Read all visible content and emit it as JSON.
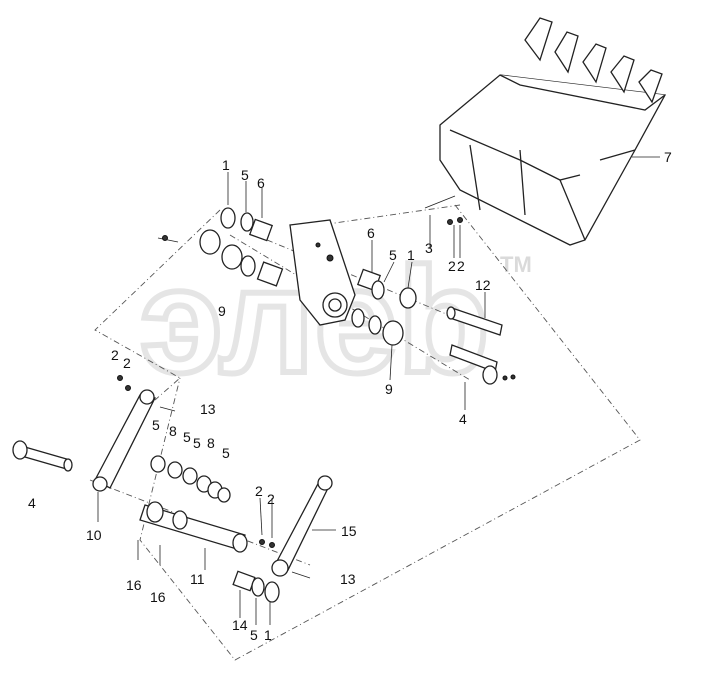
{
  "watermark": {
    "text": "элeb",
    "trademark": "TM",
    "color": "#dcdcdc"
  },
  "callouts": [
    "1",
    "5",
    "6",
    "6",
    "5",
    "1",
    "3",
    "2",
    "2",
    "12",
    "7",
    "9",
    "9",
    "2",
    "2",
    "13",
    "4",
    "5",
    "8",
    "5",
    "5",
    "8",
    "5",
    "10",
    "4",
    "2",
    "2",
    "15",
    "16",
    "16",
    "11",
    "13",
    "14",
    "5",
    "1"
  ]
}
